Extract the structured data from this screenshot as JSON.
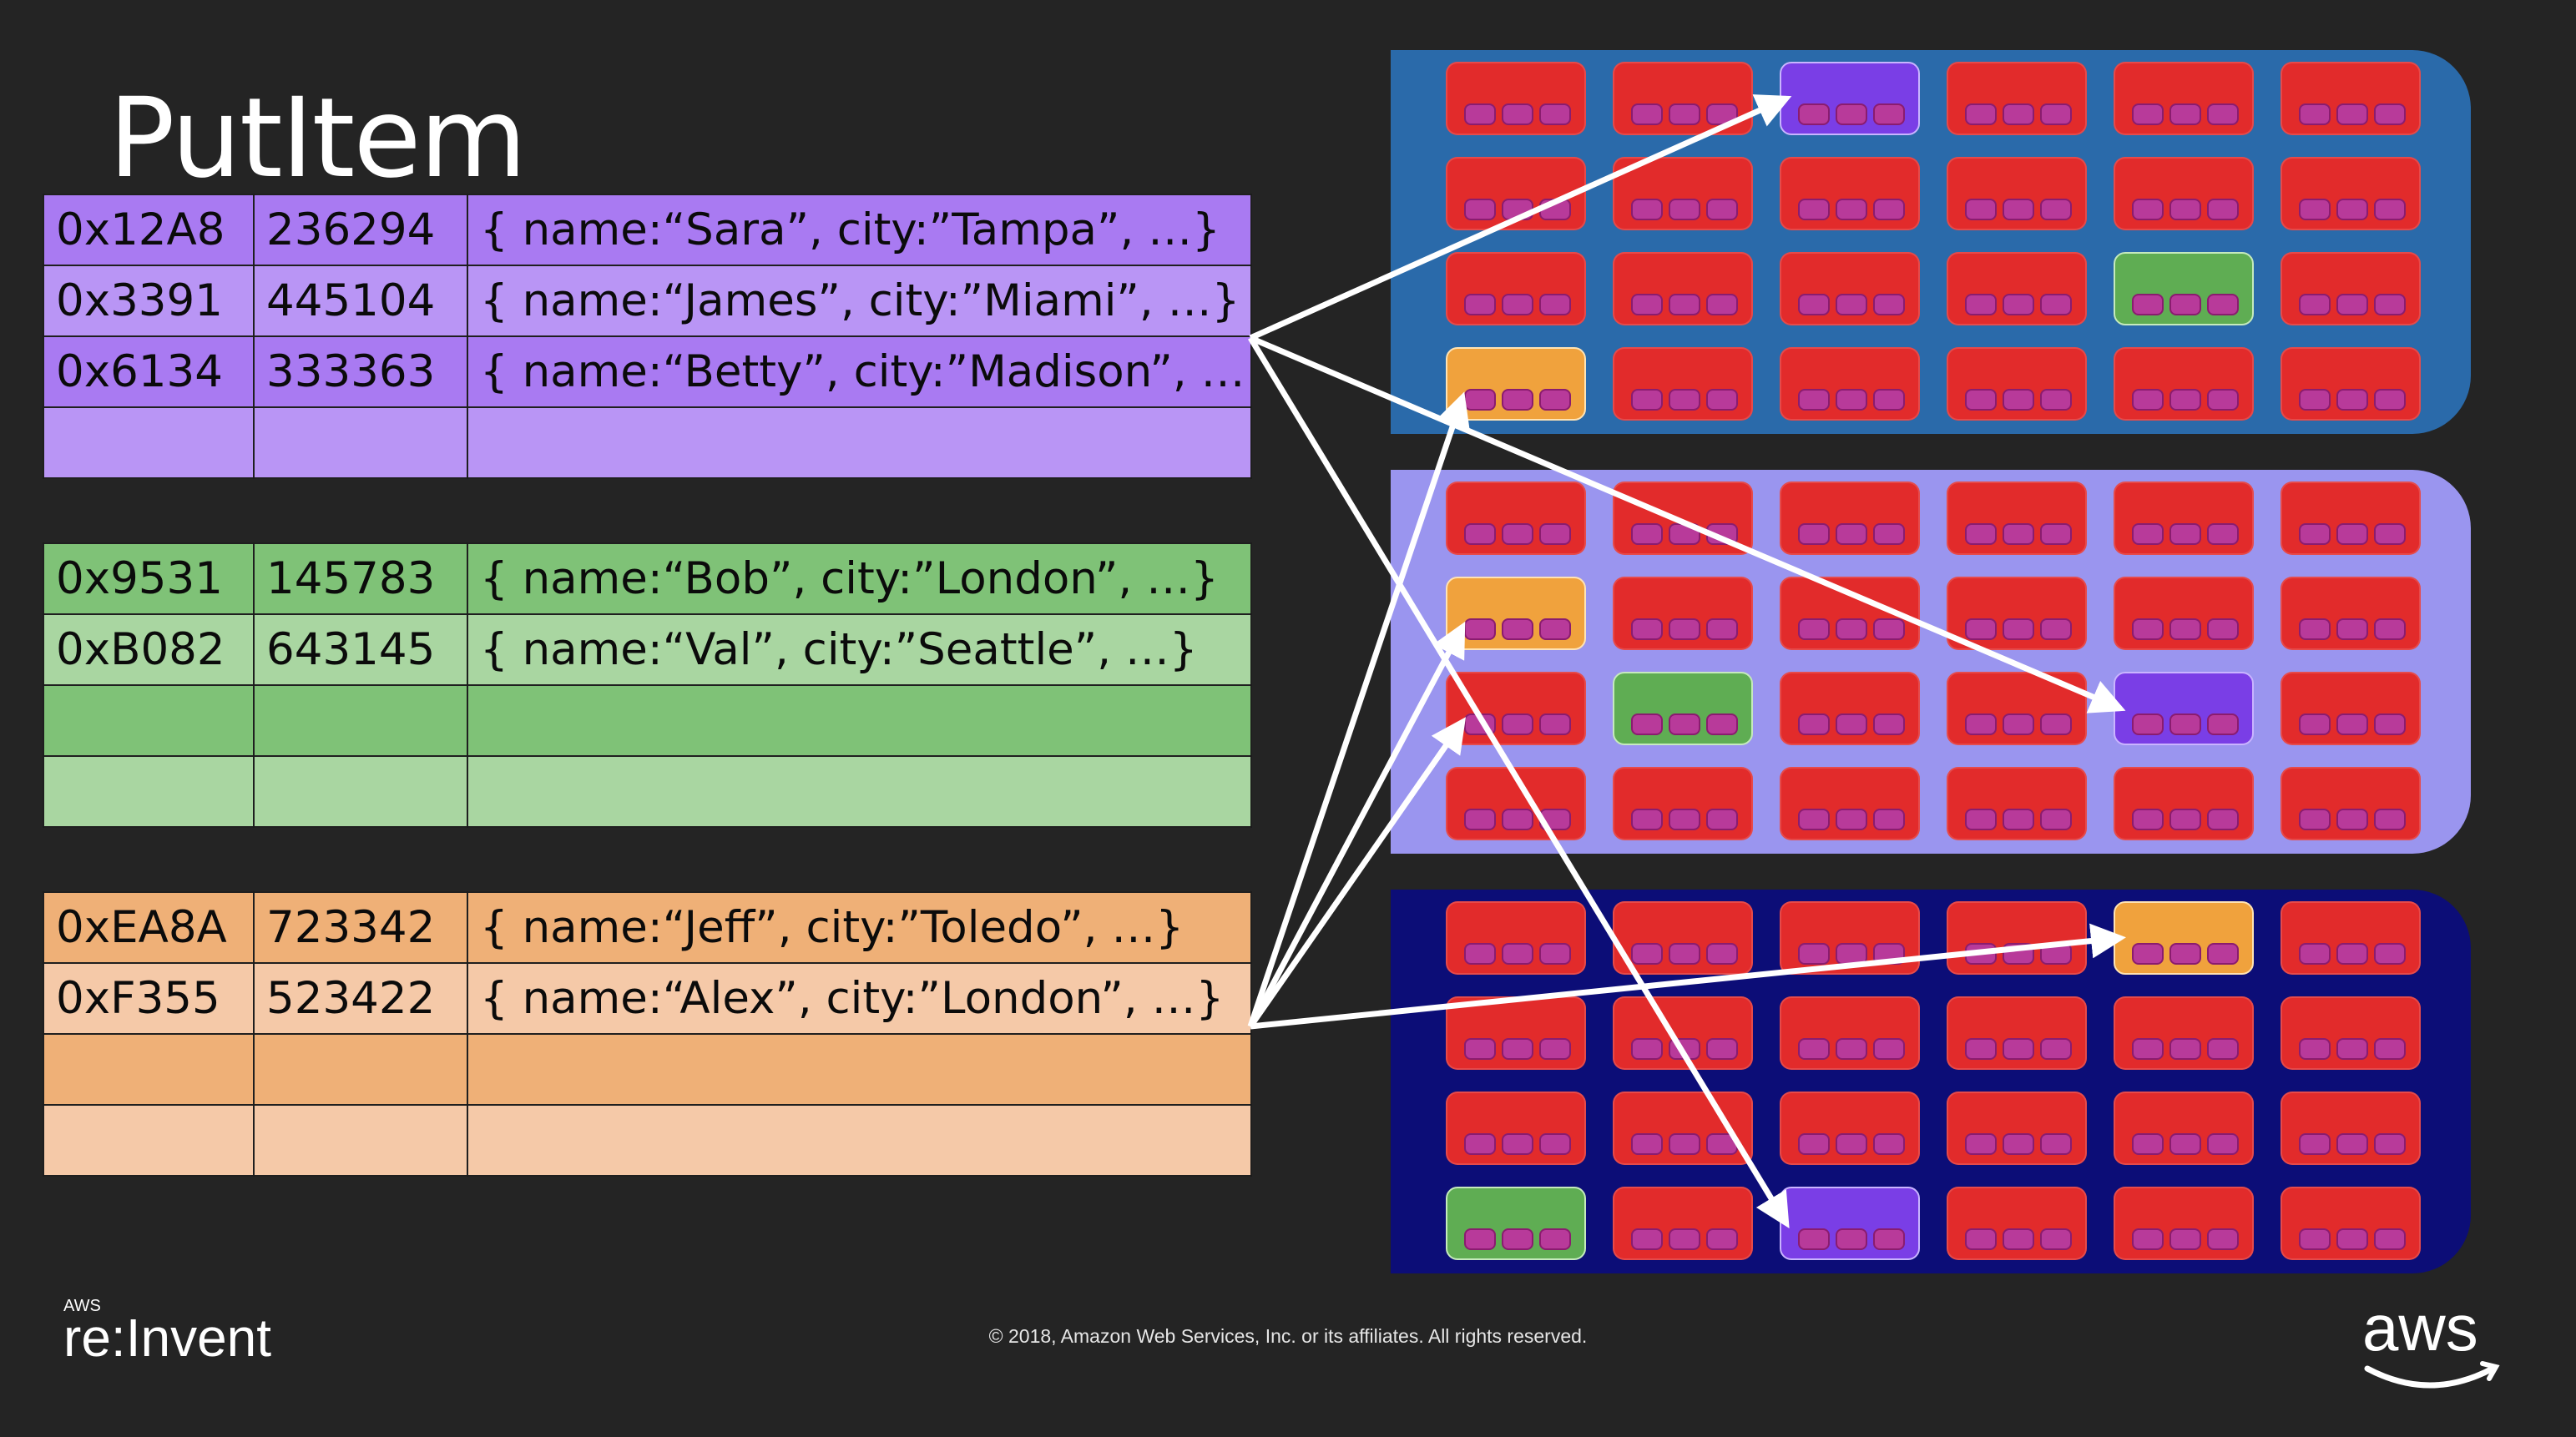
{
  "slide": {
    "title": "PutItem",
    "footer_logo": "re:Invent",
    "footer_logo_prefix": "AWS",
    "copyright": "© 2018, Amazon Web Services, Inc. or its affiliates. All rights reserved.",
    "aws_logo": "aws"
  },
  "tables": [
    {
      "id": "purple",
      "color": "#a97af2",
      "rows": [
        {
          "hash": "0x12A8",
          "key": "236294",
          "item": "{ name:“Sara”, city:”Tampa”, …}"
        },
        {
          "hash": "0x3391",
          "key": "445104",
          "item": "{ name:“James”, city:”Miami”, …}"
        },
        {
          "hash": "0x6134",
          "key": "333363",
          "item": "{ name:“Betty”, city:”Madison”, …}"
        },
        {
          "hash": "",
          "key": "",
          "item": ""
        }
      ]
    },
    {
      "id": "green",
      "color": "#7fc277",
      "rows": [
        {
          "hash": "0x9531",
          "key": "145783",
          "item": "{ name:“Bob”, city:”London”, …}"
        },
        {
          "hash": "0xB082",
          "key": "643145",
          "item": "{ name:“Val”, city:”Seattle”, …}"
        },
        {
          "hash": "",
          "key": "",
          "item": ""
        },
        {
          "hash": "",
          "key": "",
          "item": ""
        }
      ]
    },
    {
      "id": "orange",
      "color": "#efb077",
      "rows": [
        {
          "hash": "0xEA8A",
          "key": "723342",
          "item": "{ name:“Jeff”, city:”Toledo”, …}"
        },
        {
          "hash": "0xF355",
          "key": "523422",
          "item": "{ name:“Alex”, city:”London”, …}"
        },
        {
          "hash": "",
          "key": "",
          "item": ""
        },
        {
          "hash": "",
          "key": "",
          "item": ""
        }
      ]
    }
  ],
  "clusters": [
    {
      "id": "cluster-1",
      "color": "#2a6aaa",
      "nodes": [
        [
          "red",
          "red",
          "purple",
          "red",
          "red",
          "red"
        ],
        [
          "red",
          "red",
          "red",
          "red",
          "red",
          "red"
        ],
        [
          "red",
          "red",
          "red",
          "red",
          "green",
          "red"
        ],
        [
          "orange",
          "red",
          "red",
          "red",
          "red",
          "red"
        ]
      ]
    },
    {
      "id": "cluster-2",
      "color": "#9a95ef",
      "nodes": [
        [
          "red",
          "red",
          "red",
          "red",
          "red",
          "red"
        ],
        [
          "orange",
          "red",
          "red",
          "red",
          "red",
          "red"
        ],
        [
          "red",
          "green",
          "red",
          "red",
          "purple",
          "red"
        ],
        [
          "red",
          "red",
          "red",
          "red",
          "red",
          "red"
        ]
      ]
    },
    {
      "id": "cluster-3",
      "color": "#0c0d77",
      "nodes": [
        [
          "red",
          "red",
          "red",
          "red",
          "orange",
          "red"
        ],
        [
          "red",
          "red",
          "red",
          "red",
          "red",
          "red"
        ],
        [
          "red",
          "red",
          "red",
          "red",
          "red",
          "red"
        ],
        [
          "green",
          "red",
          "purple",
          "red",
          "red",
          "red"
        ]
      ]
    }
  ],
  "node_colors": {
    "red": "#e22b2b",
    "purple": "#7a3ee6",
    "green": "#5fad53",
    "orange": "#f0a23d"
  },
  "arrows": [
    {
      "from": "table-purple",
      "to": {
        "cluster": 0,
        "row": 0,
        "col": 2
      }
    },
    {
      "from": "table-purple",
      "to": {
        "cluster": 1,
        "row": 2,
        "col": 4
      }
    },
    {
      "from": "table-purple",
      "to": {
        "cluster": 2,
        "row": 3,
        "col": 2
      }
    },
    {
      "from": "table-orange",
      "to": {
        "cluster": 0,
        "row": 3,
        "col": 0
      }
    },
    {
      "from": "table-orange",
      "to": {
        "cluster": 1,
        "row": 1,
        "col": 0
      }
    },
    {
      "from": "table-orange",
      "to": {
        "cluster": 1,
        "row": 2,
        "col": 0
      }
    },
    {
      "from": "table-orange",
      "to": {
        "cluster": 2,
        "row": 0,
        "col": 4
      }
    }
  ]
}
